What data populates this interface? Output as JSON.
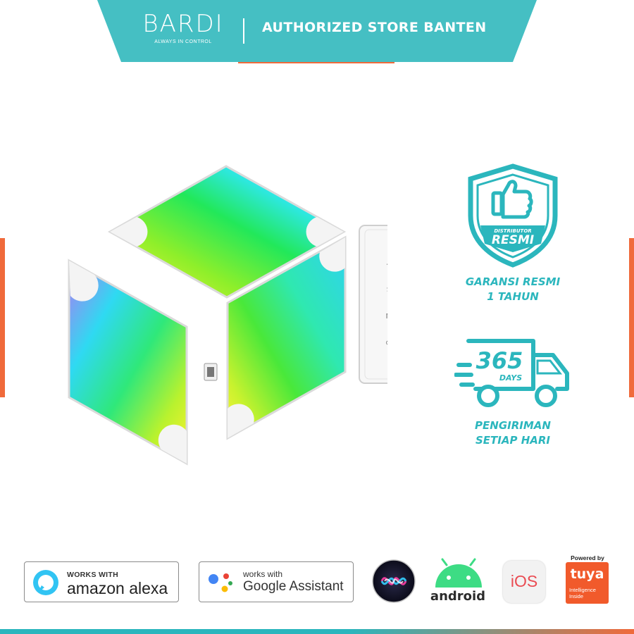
{
  "header": {
    "brand": "BARDI",
    "tagline": "ALWAYS IN CONTROL",
    "store_label": "AUTHORIZED STORE BANTEN",
    "colors": {
      "teal": "#45bfc3",
      "orange": "#f06a3b"
    }
  },
  "product": {
    "remote_buttons": [
      "♫",
      "S",
      "M",
      "⏻"
    ]
  },
  "badges": {
    "distributor_top": "DISTRIBUTOR",
    "distributor_main": "RESMI",
    "warranty_line1": "GARANSI RESMI",
    "warranty_line2": "1 TAHUN",
    "days_number": "365",
    "days_label": "DAYS",
    "delivery_line1": "PENGIRIMAN",
    "delivery_line2": "SETIAP HARI",
    "accent_color": "#2bb6bd"
  },
  "compat": {
    "alexa_works": "WORKS WITH",
    "alexa_brand": "amazon alexa",
    "google_works": "works with",
    "google_brand": "Google Assistant",
    "android": "android",
    "ios": "iOS",
    "tuya_powered": "Powered by",
    "tuya_name": "tuya",
    "tuya_tag_line1": "Intelligence",
    "tuya_tag_line2": "Inside"
  }
}
